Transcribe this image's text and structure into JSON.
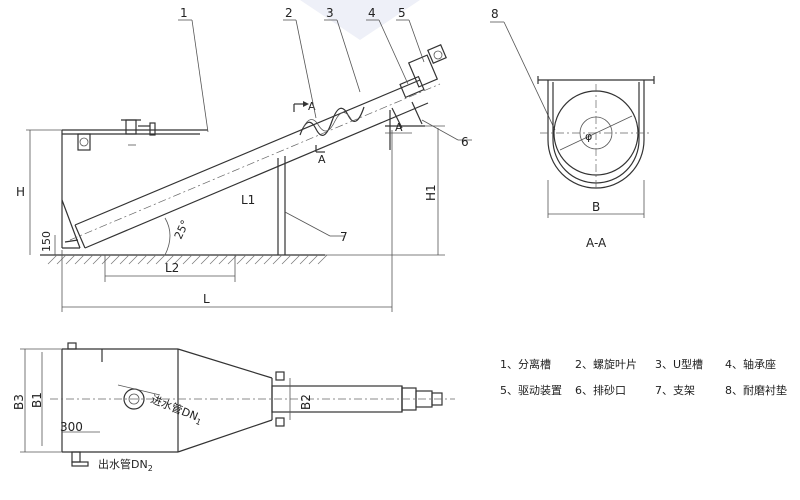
{
  "callouts": [
    "1",
    "2",
    "3",
    "4",
    "5",
    "6",
    "7",
    "8"
  ],
  "dims": {
    "H": "H",
    "H1": "H1",
    "L": "L",
    "L1": "L1",
    "L2": "L2",
    "h150": "150",
    "angle": "25°",
    "B": "B",
    "B1": "B1",
    "B2": "B2",
    "B3": "B3",
    "w300": "300",
    "phi": "φ",
    "A": "A"
  },
  "section_label": "A-A",
  "pipes": {
    "inlet": "进水管DN",
    "inlet_sub": "1",
    "outlet": "出水管DN",
    "outlet_sub": "2"
  },
  "legend": [
    "1、分离槽",
    "2、螺旋叶片",
    "3、U型槽",
    "4、轴承座",
    "5、驱动装置",
    "6、排砂口",
    "7、支架",
    "8、耐磨衬垫"
  ]
}
